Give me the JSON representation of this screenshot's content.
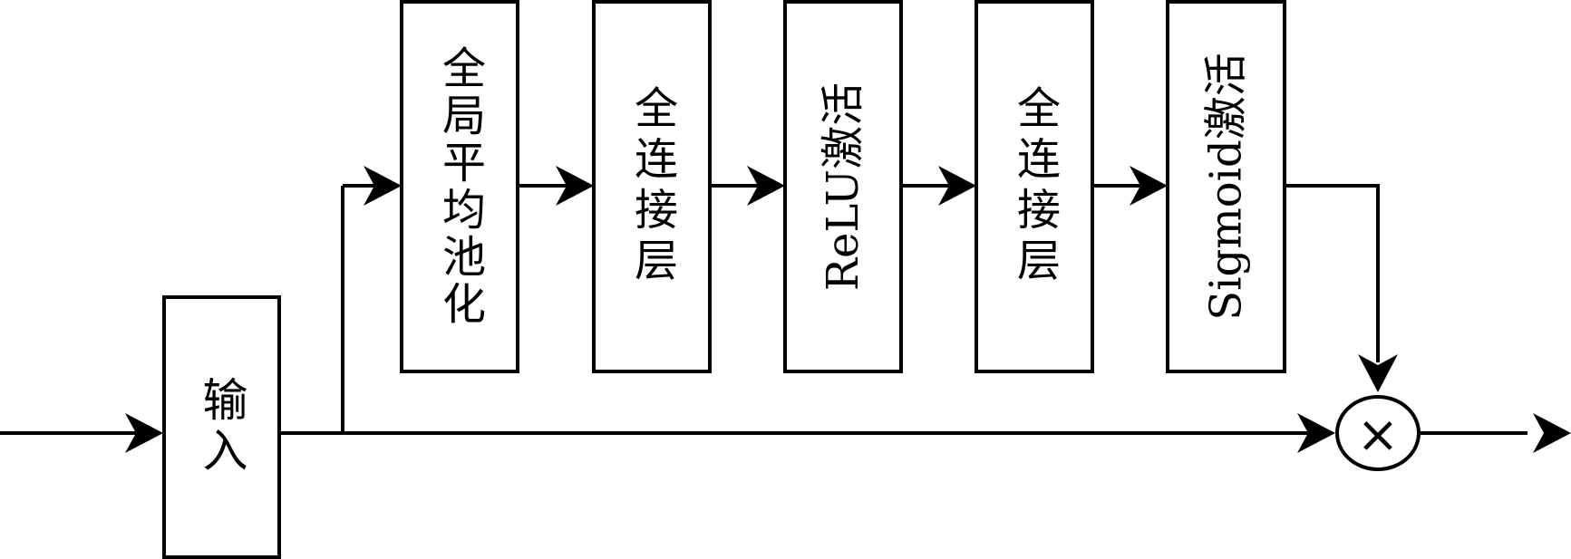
{
  "blocks": {
    "input": "输入",
    "gap": "全局平均池化",
    "fc1": "全连接层",
    "relu": "ReLU激活",
    "fc2": "全连接层",
    "sigmoid": "Sigmoid激活"
  },
  "multiply_symbol": "×",
  "colors": {
    "stroke": "#000000",
    "fill": "#ffffff"
  }
}
